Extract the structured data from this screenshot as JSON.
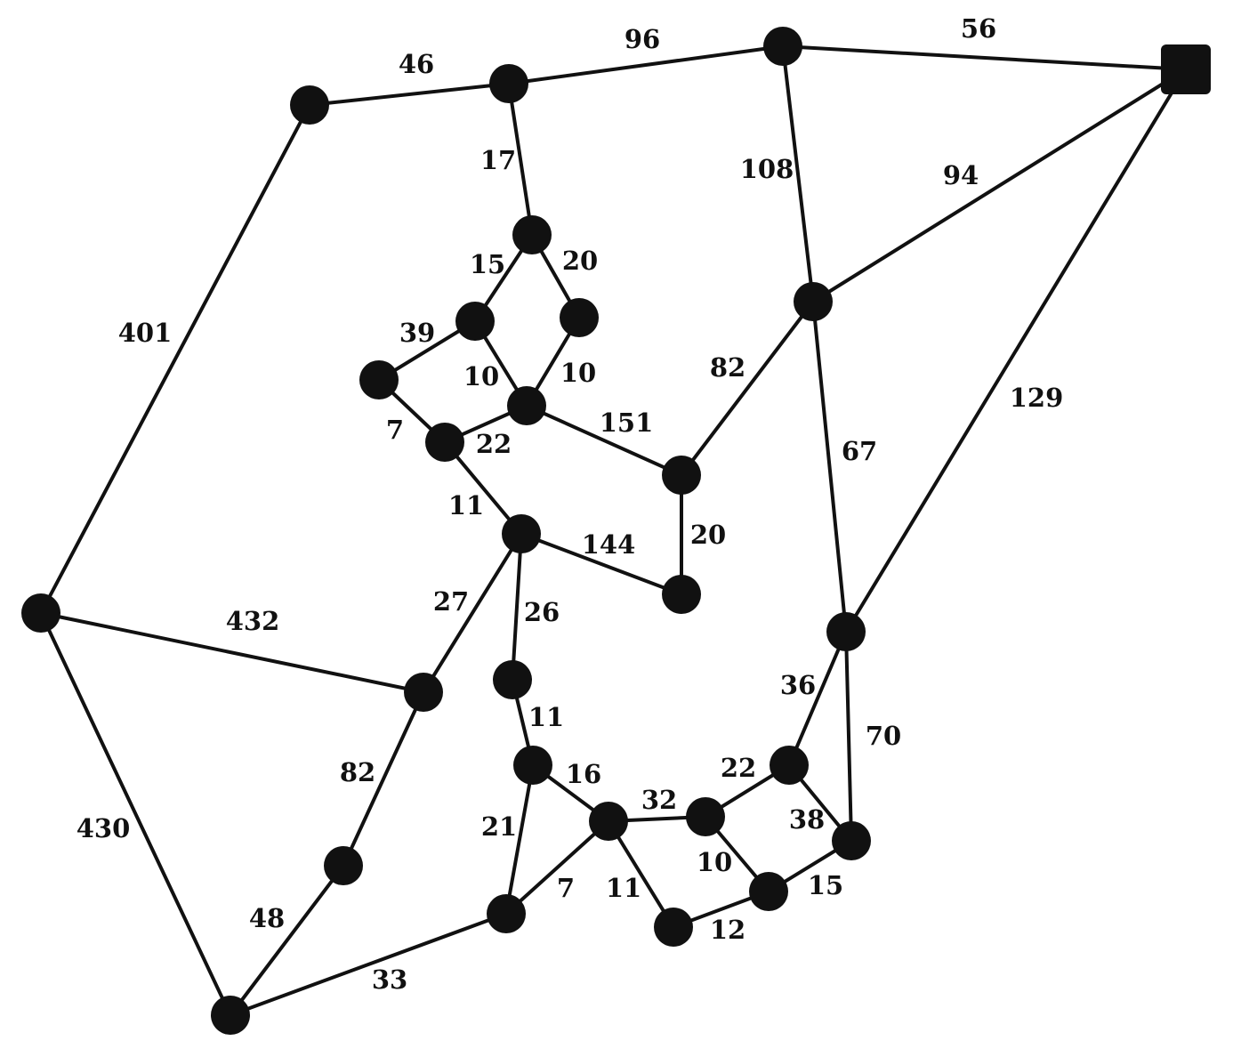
{
  "nodes": [
    {
      "id": "n1",
      "kind": "circle"
    },
    {
      "id": "n2",
      "kind": "circle"
    },
    {
      "id": "n3",
      "kind": "circle"
    },
    {
      "id": "n4",
      "kind": "square"
    },
    {
      "id": "n5",
      "kind": "circle"
    },
    {
      "id": "n6",
      "kind": "circle"
    },
    {
      "id": "n7",
      "kind": "circle"
    },
    {
      "id": "n8",
      "kind": "circle"
    },
    {
      "id": "n9",
      "kind": "circle"
    },
    {
      "id": "n10",
      "kind": "circle"
    },
    {
      "id": "n11",
      "kind": "circle"
    },
    {
      "id": "n12",
      "kind": "circle"
    },
    {
      "id": "n13",
      "kind": "circle"
    },
    {
      "id": "n14",
      "kind": "circle"
    },
    {
      "id": "n15",
      "kind": "circle"
    },
    {
      "id": "n16",
      "kind": "circle"
    },
    {
      "id": "n17",
      "kind": "circle"
    },
    {
      "id": "n18",
      "kind": "circle"
    },
    {
      "id": "n19",
      "kind": "circle"
    },
    {
      "id": "n20",
      "kind": "circle"
    },
    {
      "id": "n21",
      "kind": "circle"
    },
    {
      "id": "n22",
      "kind": "circle"
    },
    {
      "id": "n23",
      "kind": "circle"
    },
    {
      "id": "n24",
      "kind": "circle"
    },
    {
      "id": "n25",
      "kind": "circle"
    },
    {
      "id": "n26",
      "kind": "circle"
    },
    {
      "id": "n27",
      "kind": "circle"
    },
    {
      "id": "n28",
      "kind": "circle"
    },
    {
      "id": "n29",
      "kind": "circle"
    },
    {
      "id": "n30",
      "kind": "circle"
    },
    {
      "id": "n31",
      "kind": "circle"
    }
  ],
  "edges": [
    {
      "from": "n1",
      "to": "n2",
      "weight": "46"
    },
    {
      "from": "n2",
      "to": "n3",
      "weight": "96"
    },
    {
      "from": "n3",
      "to": "n4",
      "weight": "56"
    },
    {
      "from": "n2",
      "to": "n5",
      "weight": "17"
    },
    {
      "from": "n3",
      "to": "n6",
      "weight": "108"
    },
    {
      "from": "n4",
      "to": "n6",
      "weight": "94"
    },
    {
      "from": "n5",
      "to": "n7",
      "weight": "15"
    },
    {
      "from": "n5",
      "to": "n8",
      "weight": "20"
    },
    {
      "from": "n1",
      "to": "n16",
      "weight": "401"
    },
    {
      "from": "n9",
      "to": "n7",
      "weight": "39"
    },
    {
      "from": "n7",
      "to": "n10",
      "weight": "10"
    },
    {
      "from": "n8",
      "to": "n10",
      "weight": "10"
    },
    {
      "from": "n6",
      "to": "n13",
      "weight": "82"
    },
    {
      "from": "n4",
      "to": "n17",
      "weight": "129"
    },
    {
      "from": "n9",
      "to": "n11",
      "weight": "7"
    },
    {
      "from": "n11",
      "to": "n10",
      "weight": "22"
    },
    {
      "from": "n10",
      "to": "n13",
      "weight": "151"
    },
    {
      "from": "n6",
      "to": "n17",
      "weight": "67"
    },
    {
      "from": "n11",
      "to": "n12",
      "weight": "11"
    },
    {
      "from": "n12",
      "to": "n14",
      "weight": "144"
    },
    {
      "from": "n13",
      "to": "n14",
      "weight": "20"
    },
    {
      "from": "n16",
      "to": "n18",
      "weight": "432"
    },
    {
      "from": "n12",
      "to": "n18",
      "weight": "27"
    },
    {
      "from": "n12",
      "to": "n15",
      "weight": "26"
    },
    {
      "from": "n17",
      "to": "n20",
      "weight": "36"
    },
    {
      "from": "n15",
      "to": "n19",
      "weight": "11"
    },
    {
      "from": "n17",
      "to": "n24",
      "weight": "70"
    },
    {
      "from": "n18",
      "to": "n25",
      "weight": "82"
    },
    {
      "from": "n19",
      "to": "n21",
      "weight": "16"
    },
    {
      "from": "n22",
      "to": "n20",
      "weight": "22"
    },
    {
      "from": "n16",
      "to": "n31",
      "weight": "430"
    },
    {
      "from": "n21",
      "to": "n22",
      "weight": "32"
    },
    {
      "from": "n20",
      "to": "n24",
      "weight": "38"
    },
    {
      "from": "n19",
      "to": "n27",
      "weight": "21"
    },
    {
      "from": "n22",
      "to": "n26",
      "weight": "10"
    },
    {
      "from": "n26",
      "to": "n24",
      "weight": "15"
    },
    {
      "from": "n25",
      "to": "n31",
      "weight": "48"
    },
    {
      "from": "n21",
      "to": "n27",
      "weight": "7"
    },
    {
      "from": "n21",
      "to": "n28",
      "weight": "11"
    },
    {
      "from": "n28",
      "to": "n26",
      "weight": "12"
    },
    {
      "from": "n31",
      "to": "n27",
      "weight": "33"
    }
  ]
}
